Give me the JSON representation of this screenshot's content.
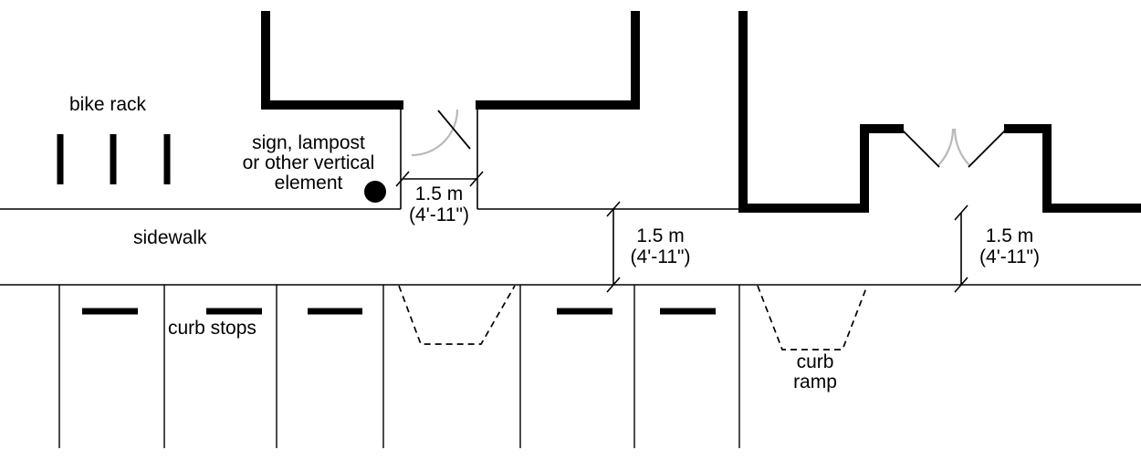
{
  "labels": {
    "bike_rack": "bike rack",
    "vertical_element": {
      "line1": "sign, lampost",
      "line2": "or other vertical",
      "line3": "element"
    },
    "sidewalk": "sidewalk",
    "curb_stops": "curb stops",
    "curb_ramp": {
      "line1": "curb",
      "line2": "ramp"
    }
  },
  "dimensions": {
    "entrance": {
      "metric": "1.5 m",
      "imperial": "(4'-11\")"
    },
    "sidewalk_mid": {
      "metric": "1.5 m",
      "imperial": "(4'-11\")"
    },
    "sidewalk_right": {
      "metric": "1.5 m",
      "imperial": "(4'-11\")"
    }
  },
  "colors": {
    "line": "#000000",
    "door_arc": "#b9b9b9",
    "background": "#ffffff"
  }
}
